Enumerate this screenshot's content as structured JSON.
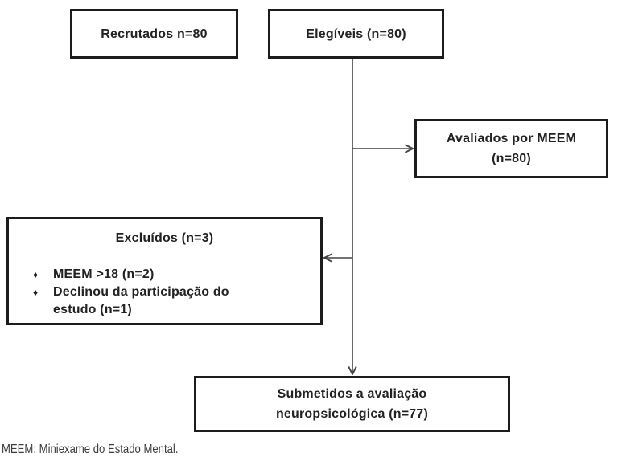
{
  "diagram": {
    "boxes": {
      "recruited": {
        "label": "Recrutados n=80"
      },
      "eligible": {
        "label": "Elegíveis (n=80)"
      },
      "meem": {
        "line1": "Avaliados por MEEM",
        "line2": "(n=80)"
      },
      "excluded": {
        "title": "Excluídos (n=3)",
        "bullet_glyph": "♦",
        "bullets": [
          "MEEM >18 (n=2)",
          "Declinou da participação do estudo (n=1)"
        ]
      },
      "submitted": {
        "line1": "Submetidos a avaliação",
        "line2": "neuropsicológica (n=77)"
      }
    },
    "footnote": "MEEM: Miniexame do Estado Mental.",
    "colors": {
      "background": "#ffffff",
      "box_border": "#1c1c1c",
      "connector": "#444444",
      "text": "#222222"
    }
  }
}
